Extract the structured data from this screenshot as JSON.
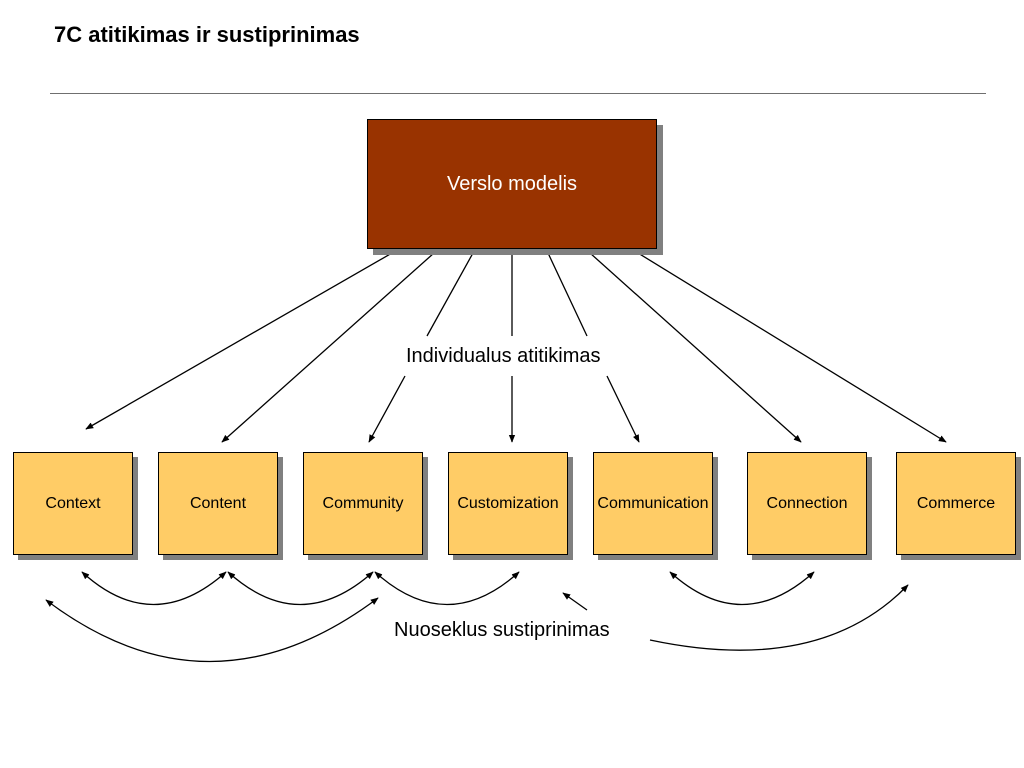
{
  "title": "7C atitikimas ir sustiprinimas",
  "center_box": {
    "label": "Verslo modelis",
    "color": "#993300"
  },
  "c_items": [
    {
      "label": "Context"
    },
    {
      "label": "Content"
    },
    {
      "label": "Community"
    },
    {
      "label": "Customization"
    },
    {
      "label": "Communication"
    },
    {
      "label": "Connection"
    },
    {
      "label": "Commerce"
    }
  ],
  "c_item_color": "#ffcc66",
  "labels": {
    "individual": "Individualus atitikimas",
    "reinforcement": "Nuoseklus sustiprinimas"
  }
}
